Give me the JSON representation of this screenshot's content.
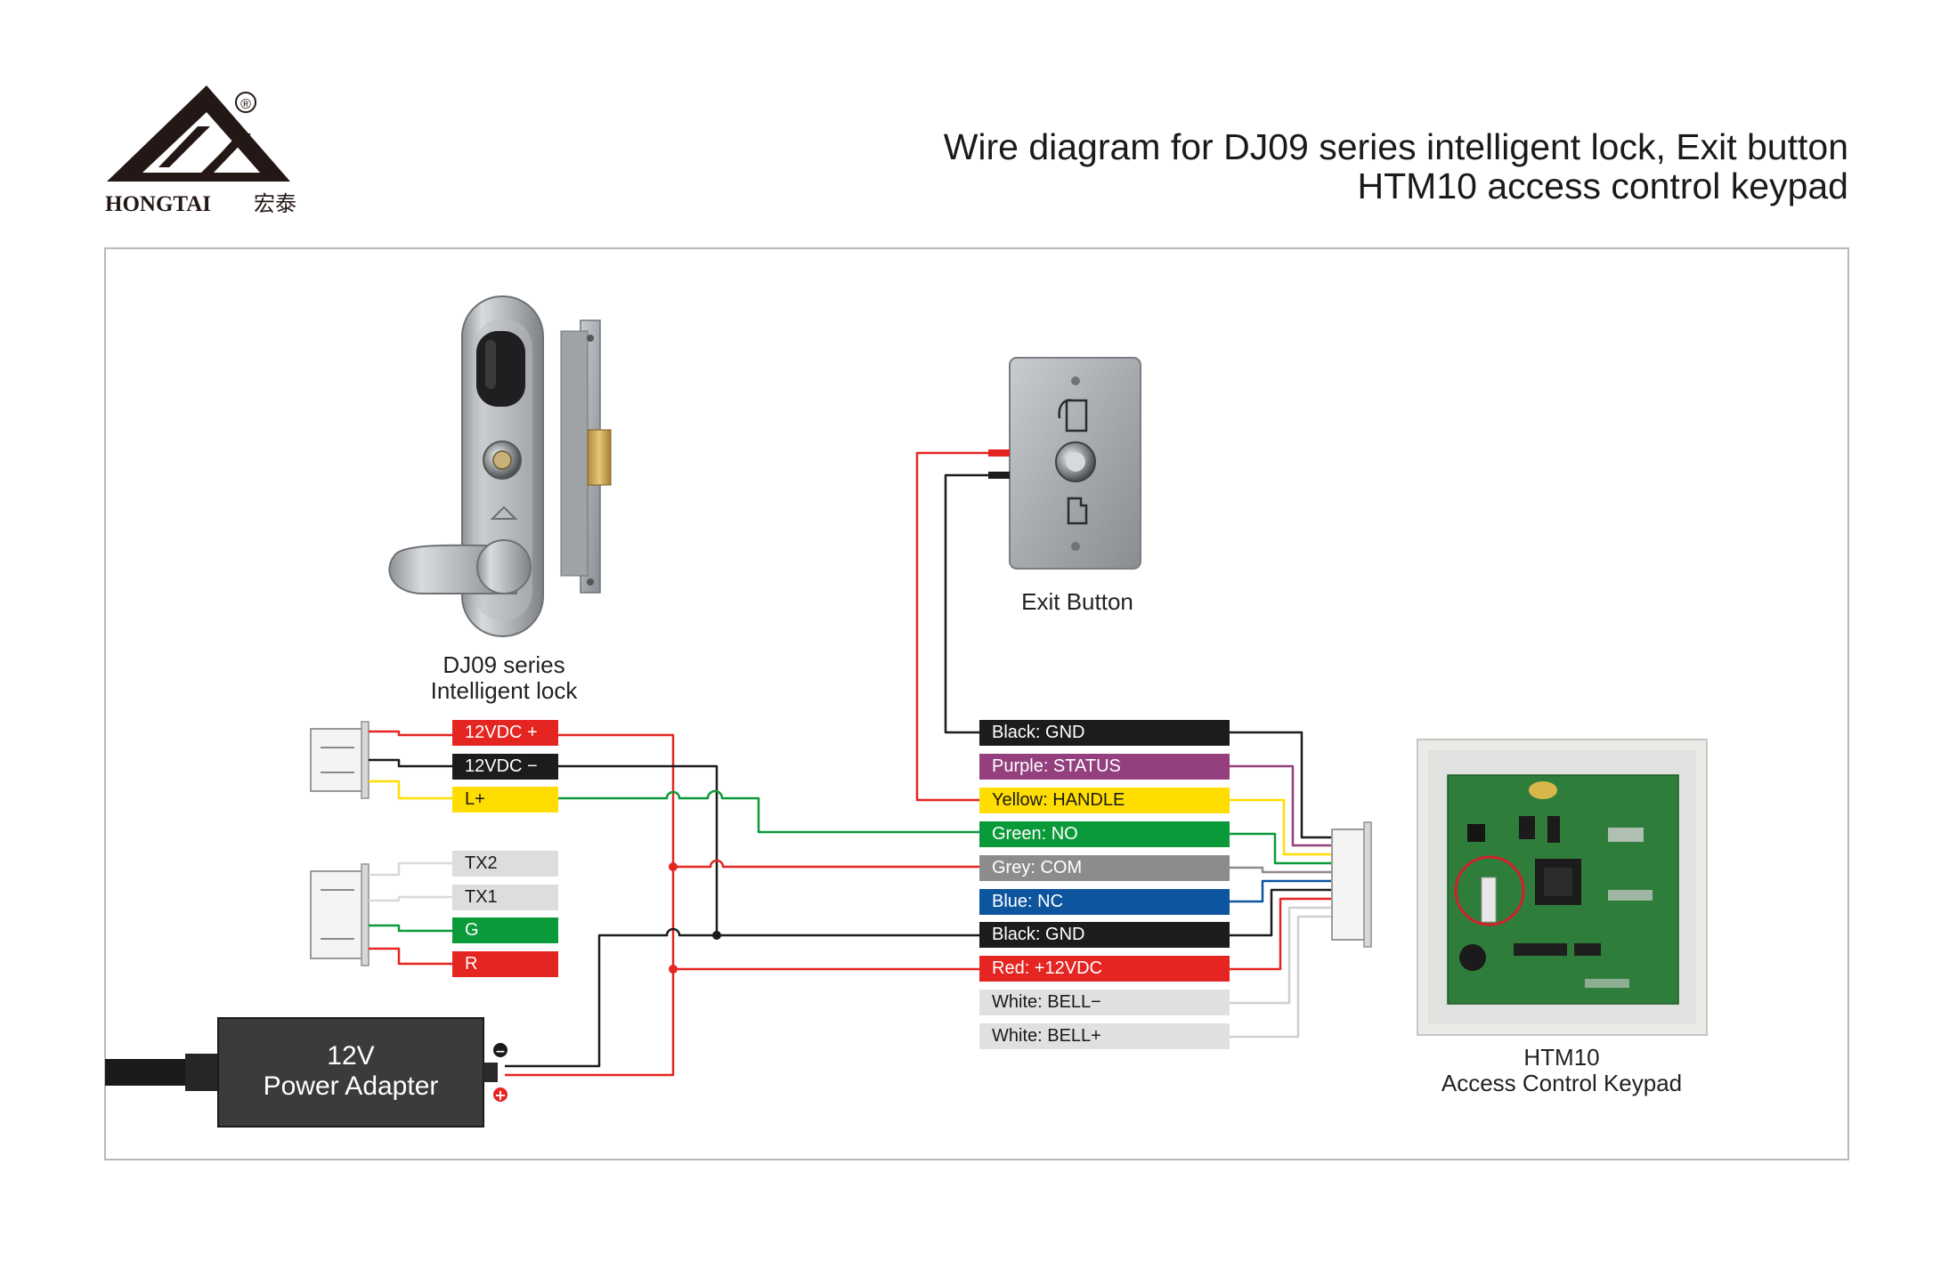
{
  "brand": {
    "name": "HONGTAI",
    "cjk": "宏泰",
    "registered": "®"
  },
  "title": {
    "line1": "Wire diagram for DJ09 series intelligent lock, Exit button",
    "line2": "HTM10 access control keypad"
  },
  "captions": {
    "lock_line1": "DJ09 series",
    "lock_line2": "Intelligent lock",
    "exit_button": "Exit Button",
    "keypad_line1": "HTM10",
    "keypad_line2": "Access Control Keypad",
    "adapter_line1": "12V",
    "adapter_line2": "Power Adapter"
  },
  "adapter_polarity": {
    "minus": "−",
    "plus": "+"
  },
  "lock_connector_1": [
    {
      "label": "12VDC +",
      "color": "#e52521",
      "text_color": "#ffffff"
    },
    {
      "label": "12VDC −",
      "color": "#1e1b1c",
      "text_color": "#ffffff"
    },
    {
      "label": "L+",
      "color": "#ffdd00",
      "text_color": "#1a1a1a"
    }
  ],
  "lock_connector_2": [
    {
      "label": "TX2",
      "color": "#dcdddd",
      "text_color": "#1a1a1a"
    },
    {
      "label": "TX1",
      "color": "#dcdddd",
      "text_color": "#1a1a1a"
    },
    {
      "label": "G",
      "color": "#0b9a3a",
      "text_color": "#ffffff"
    },
    {
      "label": "R",
      "color": "#e52521",
      "text_color": "#ffffff"
    }
  ],
  "keypad_wires": [
    {
      "label": "Black: GND",
      "color": "#1e1b1c",
      "text_color": "#ffffff"
    },
    {
      "label": "Purple: STATUS",
      "color": "#94407f",
      "text_color": "#ffffff"
    },
    {
      "label": "Yellow: HANDLE",
      "color": "#ffdd00",
      "text_color": "#1a1a1a"
    },
    {
      "label": "Green: NO",
      "color": "#0b9a3a",
      "text_color": "#ffffff"
    },
    {
      "label": "Grey: COM",
      "color": "#8c8c8c",
      "text_color": "#ffffff"
    },
    {
      "label": "Blue: NC",
      "color": "#0e559f",
      "text_color": "#ffffff"
    },
    {
      "label": "Black: GND",
      "color": "#1e1b1c",
      "text_color": "#ffffff"
    },
    {
      "label": "Red: +12VDC",
      "color": "#e52521",
      "text_color": "#ffffff"
    },
    {
      "label": "White: BELL−",
      "color": "#e0e0e0",
      "text_color": "#1a1a1a"
    },
    {
      "label": "White: BELL+",
      "color": "#e0e0e0",
      "text_color": "#1a1a1a"
    }
  ],
  "colors": {
    "frame": "#b8b8b8",
    "wire_red": "#e52521",
    "wire_black": "#1e1b1c",
    "wire_green": "#0b9a3a",
    "wire_yellow": "#ffdd00",
    "wire_purple": "#94407f",
    "wire_grey": "#8c8c8c",
    "wire_blue": "#0e559f",
    "wire_white": "#cfcfcf",
    "pcb_green": "#2f7d3a",
    "highlight_circle": "#d2202a"
  }
}
